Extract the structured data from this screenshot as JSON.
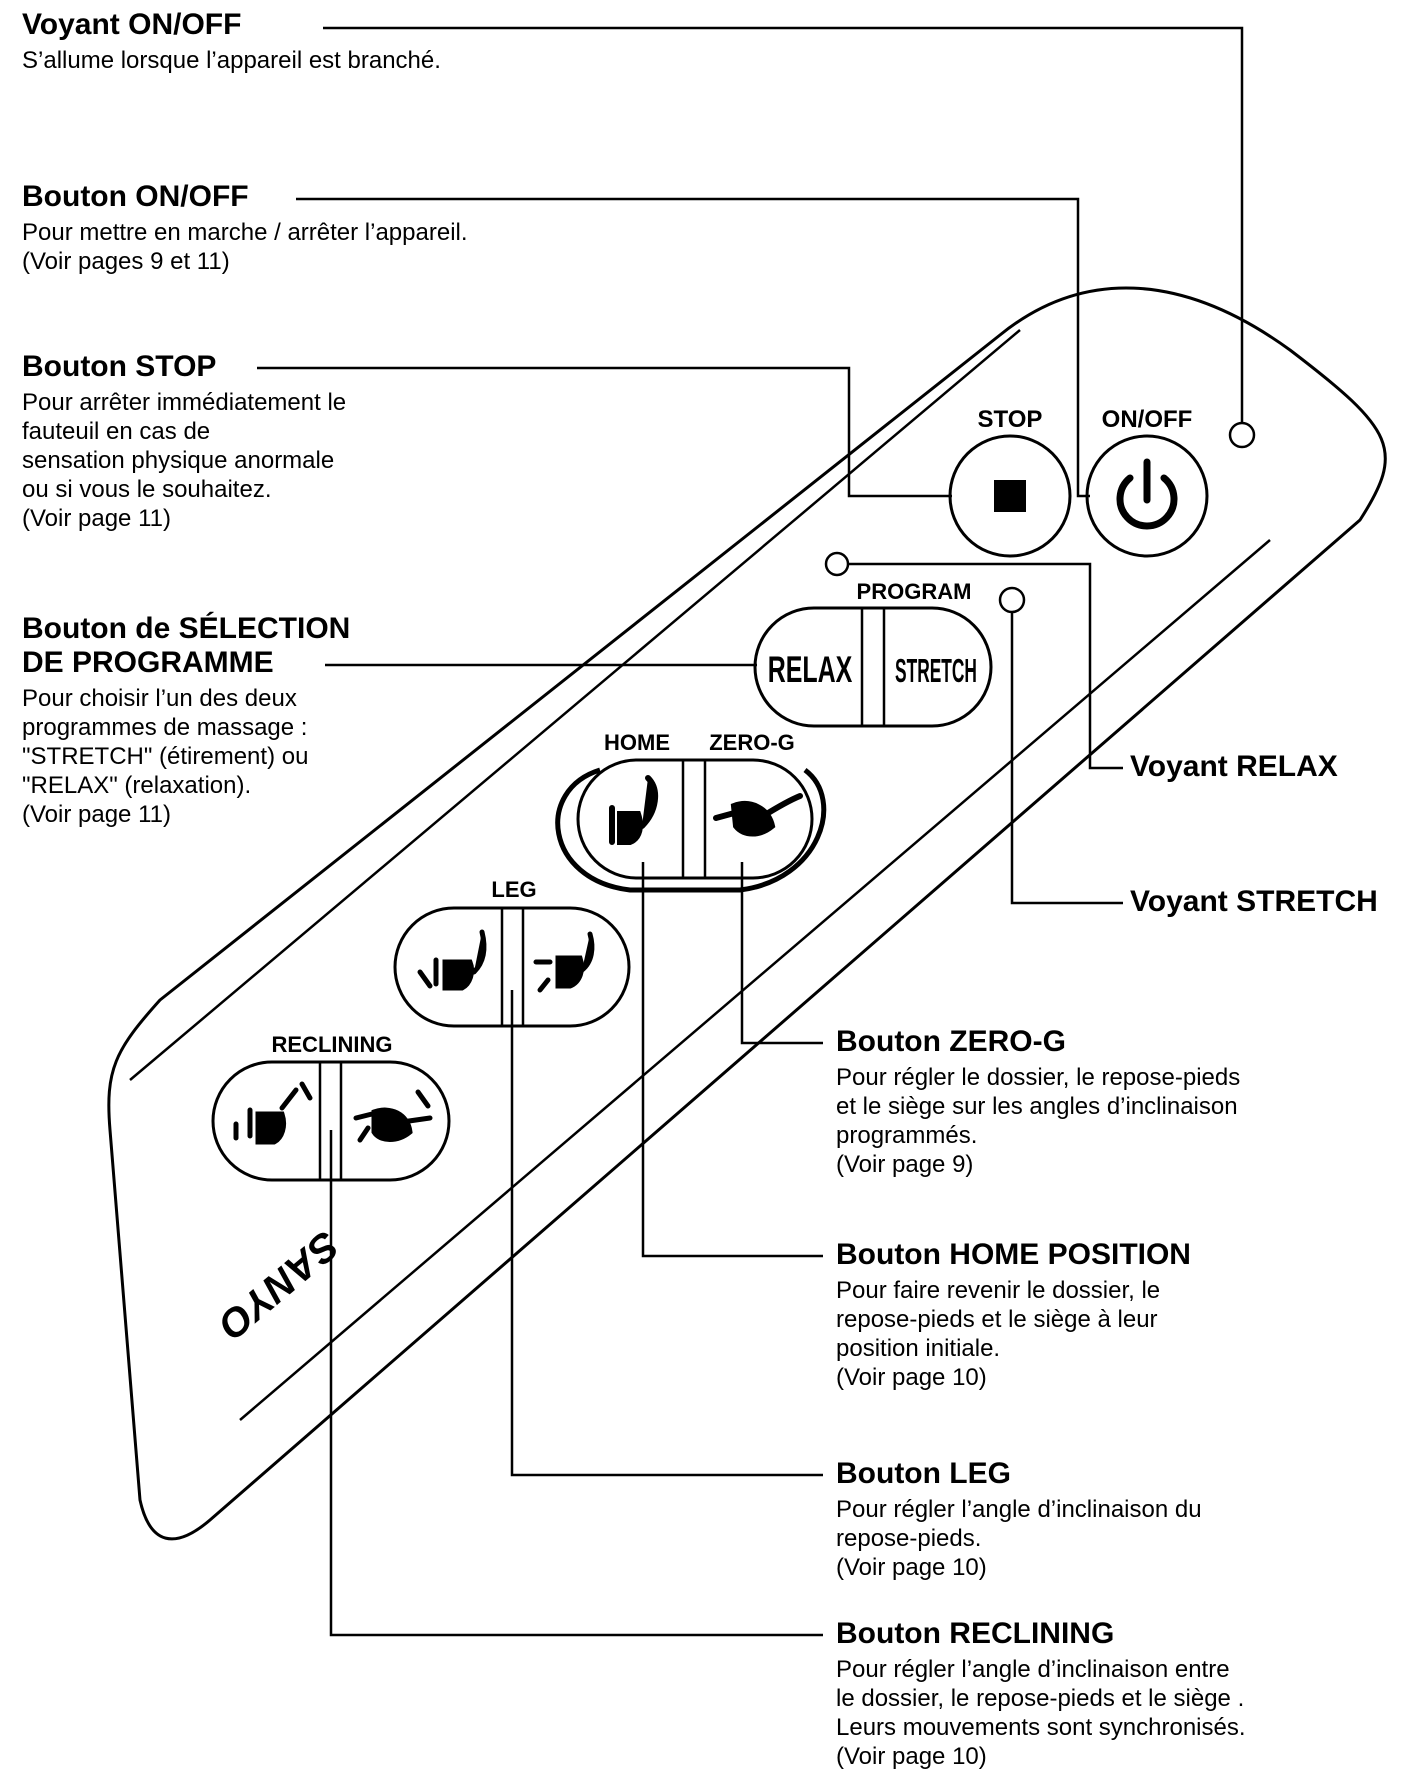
{
  "callouts": {
    "voyant_onoff": {
      "title": "Voyant ON/OFF",
      "lines": [
        "S’allume lorsque l’appareil est branché."
      ]
    },
    "bouton_onoff": {
      "title": "Bouton ON/OFF",
      "lines": [
        "Pour mettre en marche / arrêter l’appareil.",
        "(Voir pages 9 et 11)"
      ]
    },
    "bouton_stop": {
      "title": "Bouton STOP",
      "lines": [
        "Pour arrêter immédiatement le",
        "fauteuil en cas de",
        "sensation physique anormale",
        "ou si vous le souhaitez.",
        "(Voir page 11)"
      ]
    },
    "bouton_selection": {
      "title_line1": "Bouton de SÉLECTION",
      "title_line2": "DE PROGRAMME",
      "lines": [
        "Pour choisir l’un des deux",
        "programmes de massage :",
        "\"STRETCH\" (étirement) ou",
        "\"RELAX\" (relaxation).",
        "(Voir page 11)"
      ]
    },
    "voyant_relax": {
      "title": "Voyant RELAX"
    },
    "voyant_stretch": {
      "title": "Voyant STRETCH"
    },
    "bouton_zerog": {
      "title": "Bouton ZERO-G",
      "lines": [
        "Pour régler le dossier, le repose-pieds",
        "et le siège sur les angles d’inclinaison",
        "programmés.",
        "(Voir page 9)"
      ]
    },
    "bouton_home": {
      "title": "Bouton HOME POSITION",
      "lines": [
        "Pour faire revenir le dossier, le",
        "repose-pieds et le siège à leur",
        "position initiale.",
        "(Voir page 10)"
      ]
    },
    "bouton_leg": {
      "title": "Bouton LEG",
      "lines": [
        "Pour régler l’angle d’inclinaison du",
        "repose-pieds.",
        "(Voir page 10)"
      ]
    },
    "bouton_reclining": {
      "title": "Bouton RECLINING",
      "lines": [
        "Pour régler l’angle d’inclinaison entre",
        "le dossier, le repose-pieds et le siège .",
        "Leurs mouvements sont synchronisés.",
        "(Voir page 10)"
      ]
    }
  },
  "panel": {
    "stop_label": "STOP",
    "onoff_label": "ON/OFF",
    "program_label": "PROGRAM",
    "relax_label": "RELAX",
    "stretch_label": "STRETCH",
    "home_label": "HOME",
    "zerog_label": "ZERO-G",
    "leg_label": "LEG",
    "reclining_label": "RECLINING",
    "brand": "SANYO"
  }
}
